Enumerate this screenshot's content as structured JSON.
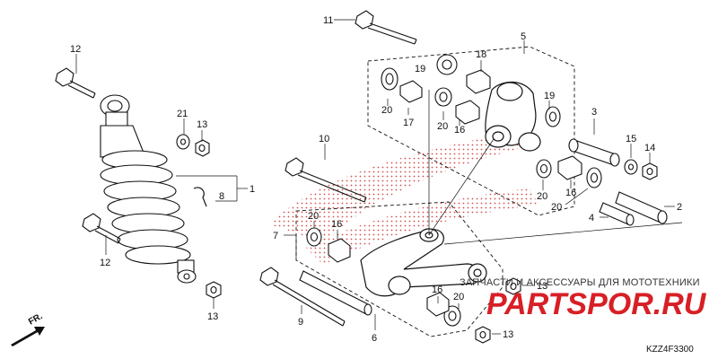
{
  "diagram": {
    "callouts": [
      {
        "id": "c11a",
        "text": "11"
      },
      {
        "id": "c12a",
        "text": "12"
      },
      {
        "id": "c5",
        "text": "5"
      },
      {
        "id": "c18",
        "text": "18"
      },
      {
        "id": "c19a",
        "text": "19"
      },
      {
        "id": "c19b",
        "text": "19"
      },
      {
        "id": "c20a",
        "text": "20"
      },
      {
        "id": "c17",
        "text": "17"
      },
      {
        "id": "c20b",
        "text": "20"
      },
      {
        "id": "c16a",
        "text": "16"
      },
      {
        "id": "c21",
        "text": "21"
      },
      {
        "id": "c13a",
        "text": "13"
      },
      {
        "id": "c3",
        "text": "3"
      },
      {
        "id": "c15",
        "text": "15"
      },
      {
        "id": "c14",
        "text": "14"
      },
      {
        "id": "c10",
        "text": "10"
      },
      {
        "id": "c1",
        "text": "1"
      },
      {
        "id": "c8",
        "text": "8"
      },
      {
        "id": "c20c",
        "text": "20"
      },
      {
        "id": "c16b",
        "text": "16"
      },
      {
        "id": "c20d",
        "text": "20"
      },
      {
        "id": "c2",
        "text": "2"
      },
      {
        "id": "c4",
        "text": "4"
      },
      {
        "id": "c20e",
        "text": "20"
      },
      {
        "id": "c16c",
        "text": "16"
      },
      {
        "id": "c7",
        "text": "7"
      },
      {
        "id": "c12b",
        "text": "12"
      },
      {
        "id": "c13b",
        "text": "13"
      },
      {
        "id": "c9",
        "text": "9"
      },
      {
        "id": "c6",
        "text": "6"
      },
      {
        "id": "c16d",
        "text": "16"
      },
      {
        "id": "c20f",
        "text": "20"
      },
      {
        "id": "c13c",
        "text": "13"
      },
      {
        "id": "c13d",
        "text": "13"
      }
    ],
    "direction_label": "FR.",
    "diagram_code": "KZZ4F3300",
    "watermark": {
      "tagline": "ЗАПЧАСТИ И АКСЕССУАРЫ ДЛЯ МОТОТЕХНИКИ",
      "logo": "PARTSPOR.RU"
    },
    "colors": {
      "line": "#111111",
      "watermark_red": "#d81f26",
      "dot_pattern": "#cc2a2a"
    }
  }
}
